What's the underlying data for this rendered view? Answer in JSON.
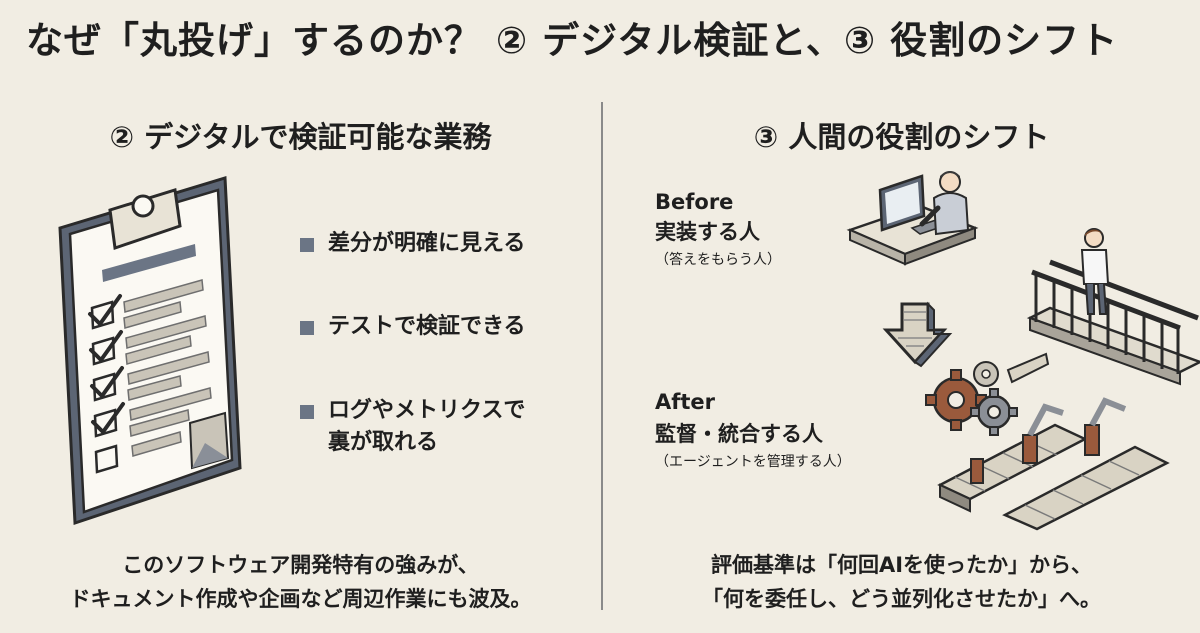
{
  "title": "なぜ「丸投げ」するのか？ ② デジタル検証と、③ 役割のシフト",
  "left": {
    "heading": "② デジタルで検証可能な業務",
    "bullets": [
      {
        "line1": "差分が明確に見える",
        "line2": ""
      },
      {
        "line1": "テストで検証できる",
        "line2": ""
      },
      {
        "line1": "ログやメトリクスで",
        "line2": "裏が取れる"
      }
    ],
    "caption_line1": "このソフトウェア開発特有の強みが、",
    "caption_line2": "ドキュメント作成や企画など周辺作業にも波及。"
  },
  "right": {
    "heading": "③ 人間の役割のシフト",
    "before_label": "Before",
    "before_role": "実装する人",
    "before_note": "（答えをもらう人）",
    "after_label": "After",
    "after_role": "監督・統合する人",
    "after_note": "（エージェントを管理する人）",
    "caption_line1": "評価基準は「何回AIを使ったか」から、",
    "caption_line2": "「何を委任し、どう並列化させたか」へ。"
  },
  "colors": {
    "background": "#f1ede3",
    "bullet_square": "#6b7585",
    "gear_rust": "#9a5a3c",
    "gear_steel": "#8b8f96",
    "arrow_fill": "#d9d3c4",
    "divider": "#8a8a8a"
  },
  "icons": {
    "clipboard": "clipboard-checklist-icon",
    "arrow": "down-arrow-icon",
    "worker": "person-at-desk-icon",
    "supervisor": "supervisor-on-platform-icon",
    "gears": "gears-icon",
    "conveyor": "robot-conveyor-icon"
  }
}
